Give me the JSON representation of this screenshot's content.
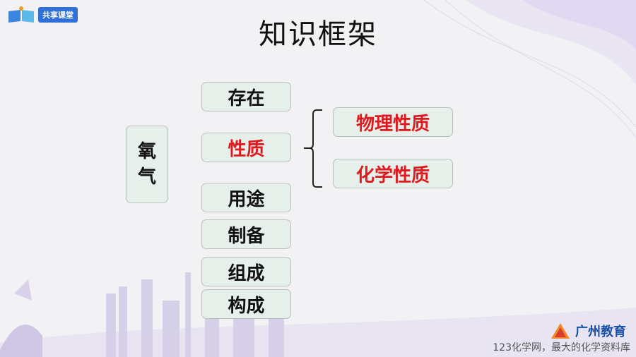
{
  "header": {
    "logo_label": "共享课堂",
    "title": "知识框架"
  },
  "diagram": {
    "root": [
      "氧",
      "气"
    ],
    "items": [
      "存在",
      "性质",
      "用途",
      "制备",
      "组成",
      "构成"
    ],
    "sub_items": [
      "物理性质",
      "化学性质"
    ]
  },
  "footer": {
    "brand": "广州教育",
    "watermark": "123化学网，最大的化学资料库"
  },
  "colors": {
    "highlight": "#e0191e",
    "box_fill": "#e6efe9",
    "brand_blue": "#1a4fa8"
  }
}
